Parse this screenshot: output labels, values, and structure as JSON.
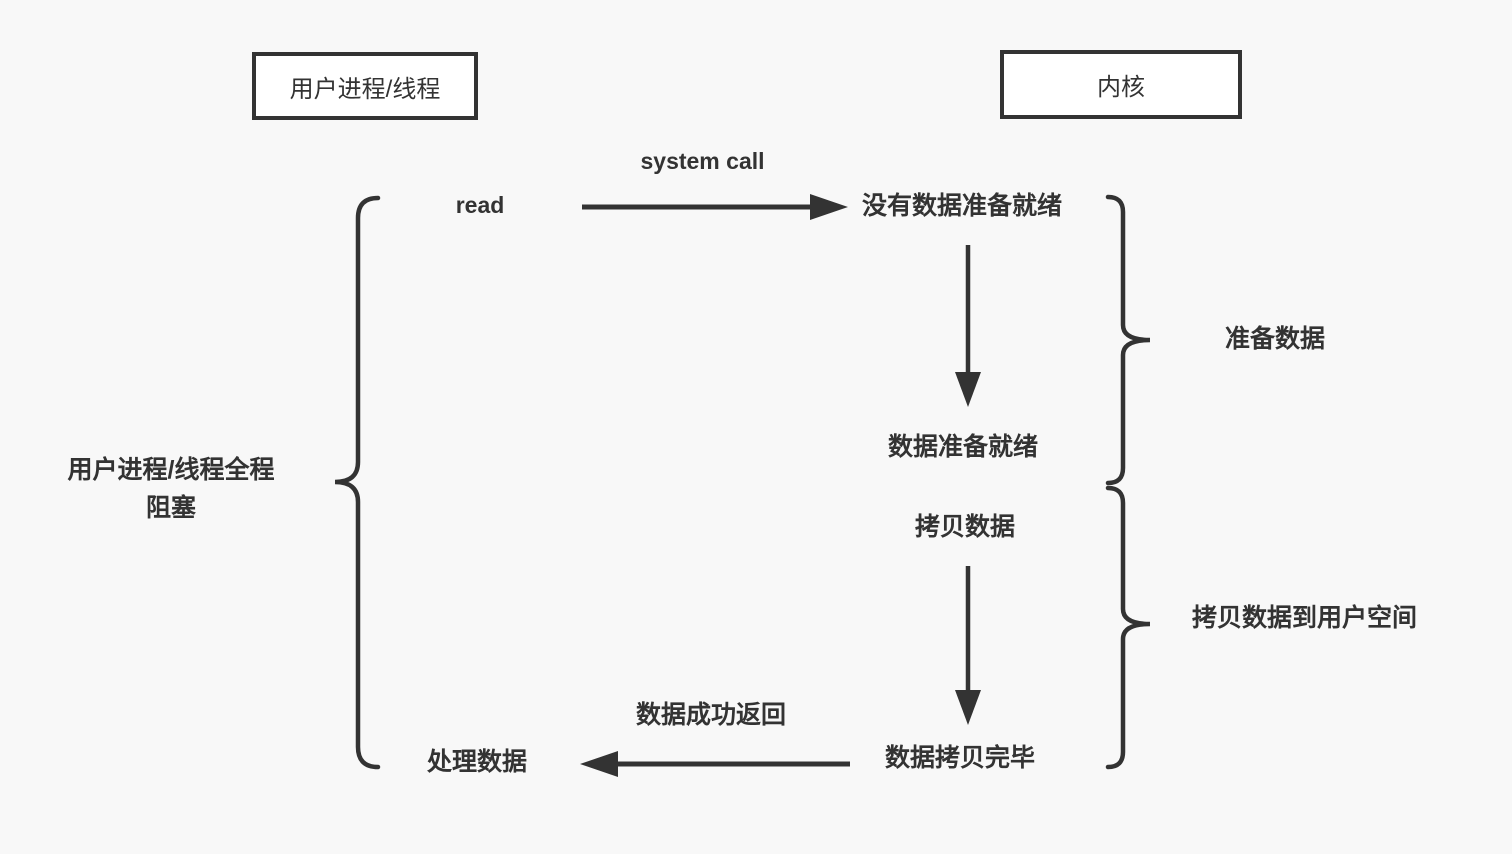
{
  "colors": {
    "background": "#f8f8f8",
    "stroke": "#333333",
    "text": "#333333",
    "box_fill": "#ffffff"
  },
  "actors": {
    "user_process": {
      "label": "用户进程/线程"
    },
    "kernel": {
      "label": "内核"
    }
  },
  "flow": {
    "read_label": "read",
    "system_call_label": "system call",
    "no_data_ready": "没有数据准备就绪",
    "data_ready": "数据准备就绪",
    "copy_data": "拷贝数据",
    "data_copy_done": "数据拷贝完毕",
    "data_return_label": "数据成功返回",
    "process_data": "处理数据"
  },
  "annotations": {
    "blocking_line1": "用户进程/线程全程",
    "blocking_line2": "阻塞",
    "prepare_data": "准备数据",
    "copy_to_user_space": "拷贝数据到用户空间"
  }
}
